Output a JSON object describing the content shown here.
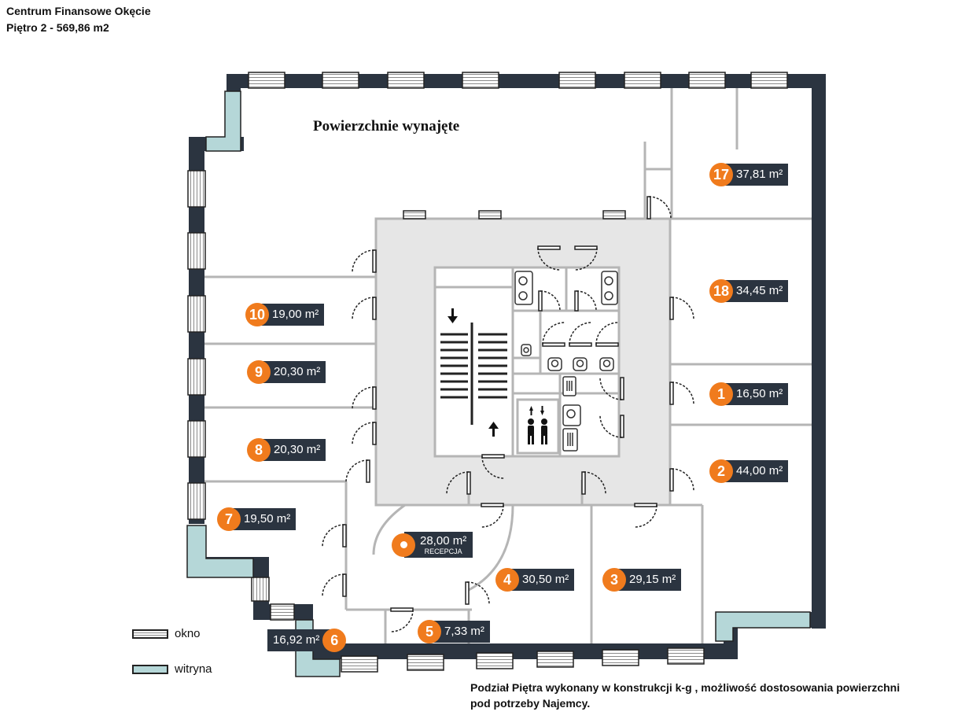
{
  "header": {
    "building": "Centrum Finansowe Okęcie",
    "floor": "Piętro 2 - 569,86 m2"
  },
  "occupied_title": "Powierzchnie wynajęte",
  "units": [
    {
      "number": "17",
      "area": "37,81 m²"
    },
    {
      "number": "18",
      "area": "34,45 m²"
    },
    {
      "number": "1",
      "area": "16,50 m²"
    },
    {
      "number": "2",
      "area": "44,00 m²"
    },
    {
      "number": "10",
      "area": "19,00 m²"
    },
    {
      "number": "9",
      "area": "20,30 m²"
    },
    {
      "number": "8",
      "area": "20,30 m²"
    },
    {
      "number": "7",
      "area": "19,50 m²"
    },
    {
      "number": "4",
      "area": "30,50 m²"
    },
    {
      "number": "3",
      "area": "29,15 m²"
    },
    {
      "number": "5",
      "area": "7,33 m²"
    },
    {
      "number": "6",
      "area": "16,92 m²"
    }
  ],
  "reception": {
    "area": "28,00 m²",
    "label": "RECEPCJA"
  },
  "legend": {
    "window": "okno",
    "storefront": "witryna"
  },
  "note": {
    "line1": "Podział Piętra wykonany w konstrukcji k-g , możliwość dostosowania powierzchni",
    "line2": "pod potrzeby Najemcy."
  },
  "colors": {
    "wall": "#2b3440",
    "partition": "#b5b5b5",
    "core": "#e6e6e6",
    "badge": "#f07b1d",
    "storefront": "#b5d7d8"
  },
  "icons": [
    "arrow-down-icon",
    "arrow-up-icon",
    "elevator-icon",
    "toilet-icon",
    "sink-icon",
    "urinal-icon"
  ]
}
